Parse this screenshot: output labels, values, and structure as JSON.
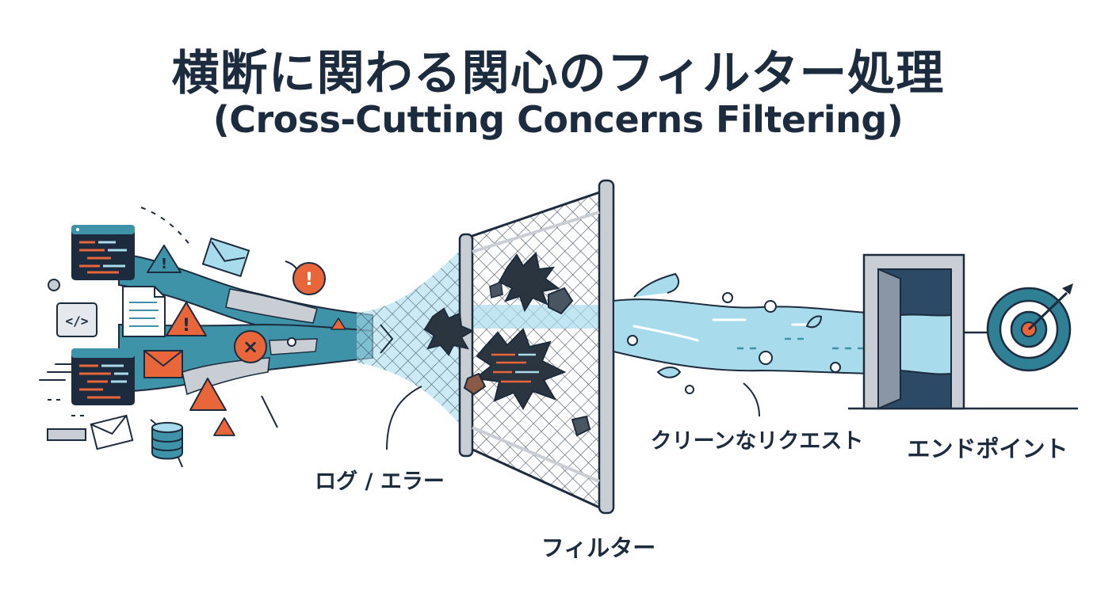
{
  "title": {
    "japanese": "横断に関わる関心のフィルター処理",
    "english": "(Cross-Cutting Concerns Filtering)"
  },
  "labels": {
    "logs_errors": "ログ / エラー",
    "filter": "フィルター",
    "clean_request": "クリーンなリクエスト",
    "endpoint": "エンドポイント"
  },
  "icons": {
    "code_symbol": "</>",
    "warning_symbol": "!",
    "error_symbol": "×"
  },
  "colors": {
    "ink": "#1c2b3d",
    "teal_stream": "#3f93a8",
    "clean_stream": "#a8dcec",
    "warning": "#e8663a",
    "target_teal": "#2f7f95",
    "door": "#2c4a66",
    "gray": "#c8ced4"
  }
}
